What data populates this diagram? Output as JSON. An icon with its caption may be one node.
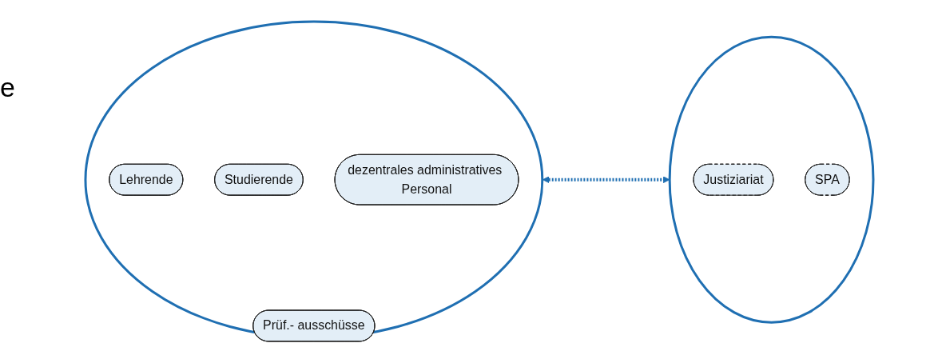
{
  "diagram": {
    "nodes": [
      {
        "text": [],
        "shape": "circle"
      },
      {
        "text": [
          "Prüf.- ausschüsse"
        ]
      },
      {
        "text": [
          "Lehrende"
        ],
        "in": 0
      },
      {
        "text": [
          "Studierende"
        ],
        "in": 0
      },
      {
        "text": [
          "dezentrales administratives Personal"
        ],
        "in": 0
      },
      {
        "text": [],
        "shape": "circle"
      },
      {
        "text": [
          "Justiziariat"
        ],
        "in": 5
      },
      {
        "text": [
          "SPA"
        ],
        "in": 5
      }
    ],
    "edges": [
      {
        "from": 0,
        "to": 5,
        "arrow": "both",
        "style": "dashed",
        "color": "#1f6fb2"
      }
    ],
    "labels": [
      "e"
    ]
  }
}
